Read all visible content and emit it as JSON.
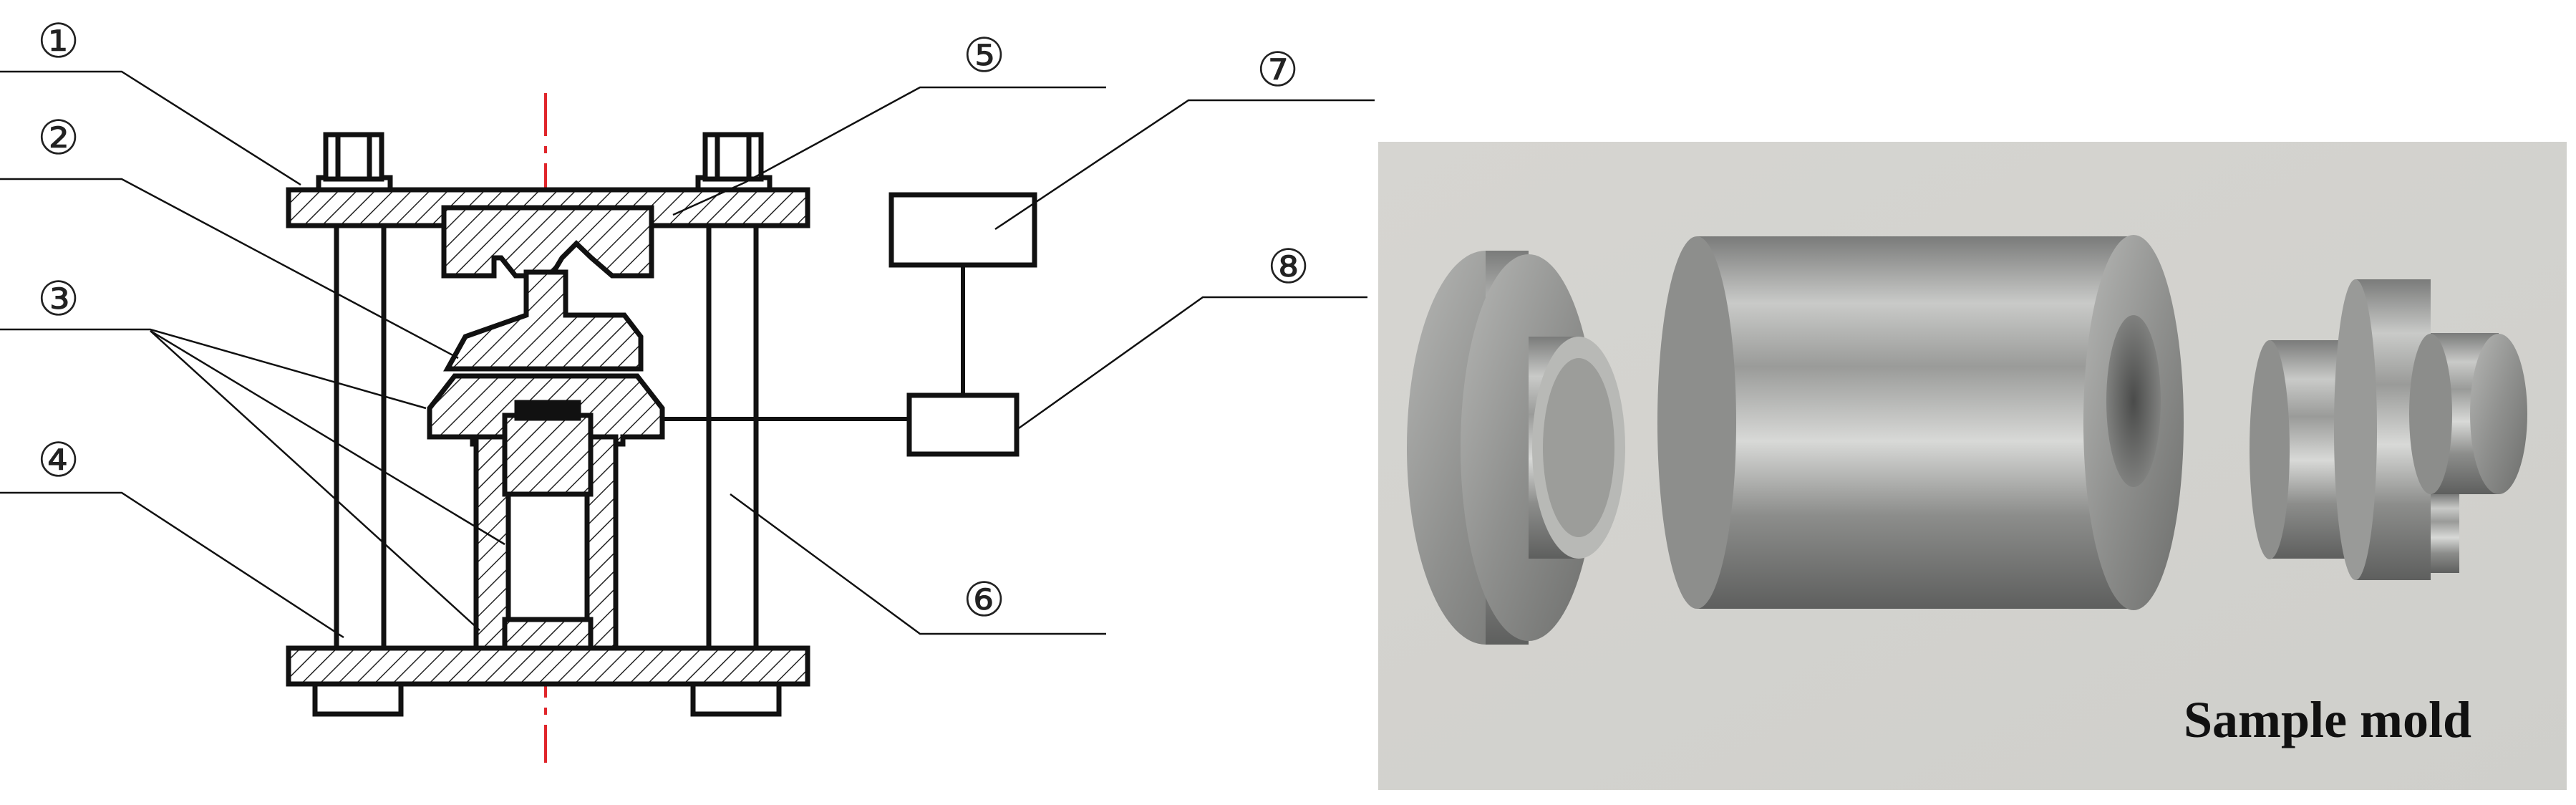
{
  "diagram": {
    "labels": [
      {
        "id": "1",
        "text": "①"
      },
      {
        "id": "2",
        "text": "②"
      },
      {
        "id": "3",
        "text": "③"
      },
      {
        "id": "4",
        "text": "④"
      },
      {
        "id": "5",
        "text": "⑤"
      },
      {
        "id": "6",
        "text": "⑥"
      },
      {
        "id": "7",
        "text": "⑦"
      },
      {
        "id": "8",
        "text": "⑧"
      }
    ],
    "colors": {
      "line": "#111111",
      "hatch": "#222222",
      "centerline": "#e0262b",
      "photo_background": "#d9d8d4",
      "metal": "#a9aaa8"
    }
  },
  "photo": {
    "caption": "Sample mold"
  }
}
